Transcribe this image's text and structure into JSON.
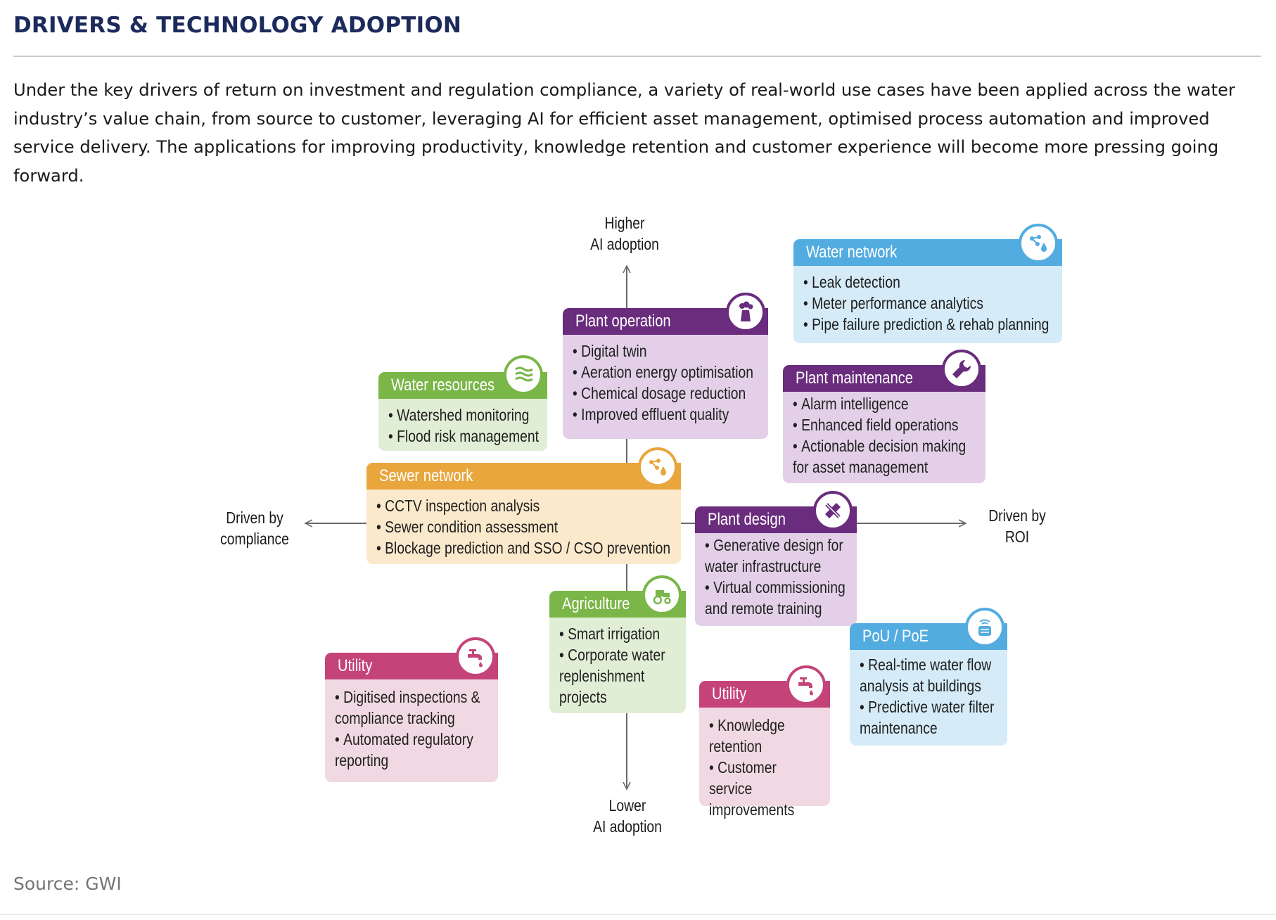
{
  "title": "DRIVERS & TECHNOLOGY ADOPTION",
  "intro": "Under the key drivers of return on investment and regulation compliance, a variety of real-world use cases have been applied across the water industry’s value chain, from source to customer, leveraging AI for efficient asset management, optimised process automation and improved service delivery. The applications for improving productivity, knowledge retention and customer experience will become more pressing going forward.",
  "source": "Source: GWI",
  "axes": {
    "top": [
      "Higher",
      "AI adoption"
    ],
    "bottom": [
      "Lower",
      "AI adoption"
    ],
    "left": [
      "Driven by",
      "compliance"
    ],
    "right": [
      "Driven by",
      "ROI"
    ]
  },
  "colors": {
    "purple": "#6a2c7d",
    "green": "#7ab648",
    "orange": "#e8a63c",
    "blue": "#52ace0",
    "pink": "#c4447a",
    "title": "#1c2a5c"
  },
  "cards": {
    "plant_operation": {
      "title": "Plant operation",
      "icon": "factory-icon",
      "items": [
        "Digital twin",
        "Aeration energy optimisation",
        "Chemical dosage reduction",
        "Improved effluent quality"
      ]
    },
    "water_network": {
      "title": "Water network",
      "icon": "network-drop-icon",
      "items": [
        "Leak detection",
        "Meter performance analytics",
        "Pipe failure prediction & rehab planning"
      ]
    },
    "water_resources": {
      "title": "Water resources",
      "icon": "river-icon",
      "items": [
        "Watershed monitoring",
        "Flood risk management"
      ]
    },
    "plant_maintenance": {
      "title": "Plant maintenance",
      "icon": "wrench-icon",
      "items": [
        "Alarm intelligence",
        "Enhanced field operations",
        "Actionable decision making for asset management"
      ]
    },
    "sewer_network": {
      "title": "Sewer network",
      "icon": "network-drop-icon",
      "items": [
        "CCTV inspection analysis",
        "Sewer condition assessment",
        "Blockage prediction and SSO / CSO prevention"
      ]
    },
    "plant_design": {
      "title": "Plant design",
      "icon": "pencil-ruler-icon",
      "items": [
        "Generative design for water infrastructure",
        "Virtual commissioning and remote training"
      ]
    },
    "agriculture": {
      "title": "Agriculture",
      "icon": "tractor-icon",
      "items": [
        "Smart irrigation",
        "Corporate water replenishment projects"
      ]
    },
    "utility_left": {
      "title": "Utility",
      "icon": "tap-icon",
      "items": [
        "Digitised inspections & compliance tracking",
        "Automated regulatory reporting"
      ]
    },
    "utility_right": {
      "title": "Utility",
      "icon": "tap-icon",
      "items": [
        "Knowledge retention",
        "Customer service improvements"
      ]
    },
    "pou_poe": {
      "title": "PoU / PoE",
      "icon": "water-filter-icon",
      "items": [
        "Real-time water flow analysis at buildings",
        "Predictive water filter maintenance"
      ]
    }
  }
}
